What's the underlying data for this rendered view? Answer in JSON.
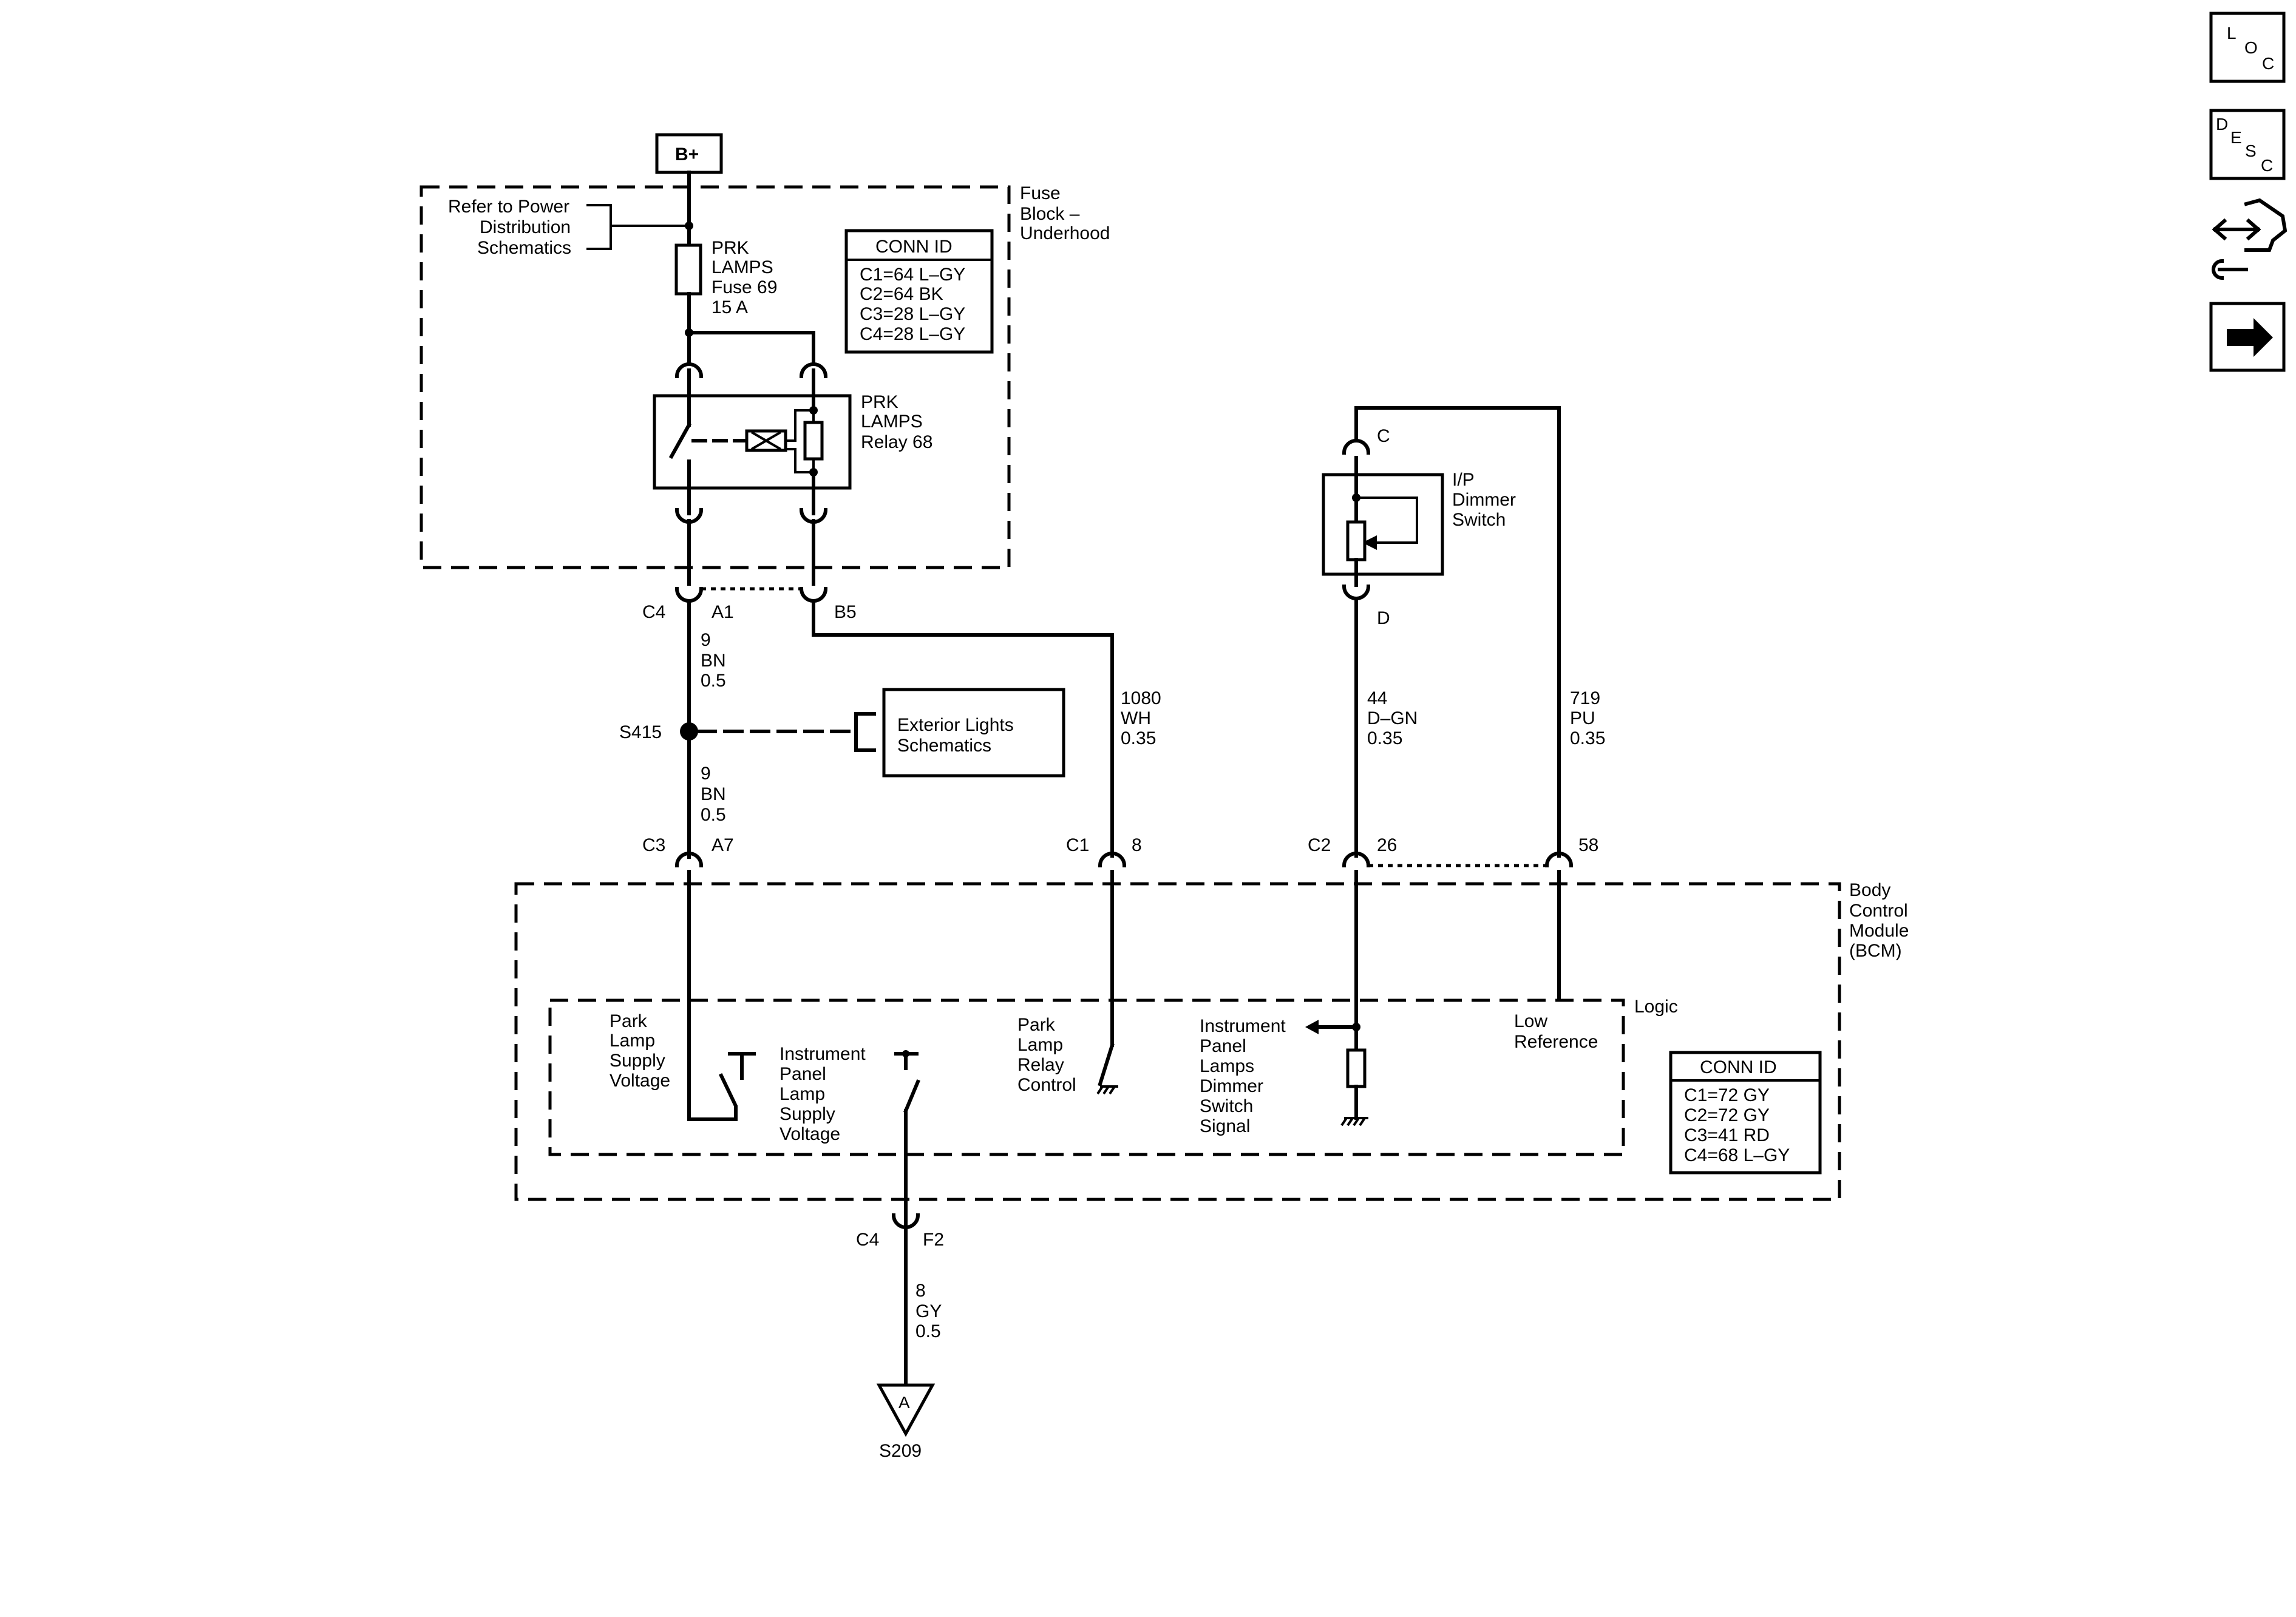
{
  "nav": {
    "loc_letters": [
      "L",
      "O",
      "C"
    ],
    "desc_letters": [
      "D",
      "E",
      "S",
      "C"
    ],
    "locator_icon": "component-locator-icon",
    "next_icon": "right-arrow-icon"
  },
  "power": {
    "bplus": "B+",
    "refer_line1": "Refer to Power",
    "refer_line2": "Distribution",
    "refer_line3": "Schematics",
    "fuse_block_line1": "Fuse",
    "fuse_block_line2": "Block –",
    "fuse_block_line3": "Underhood",
    "fuse_line1": "PRK",
    "fuse_line2": "LAMPS",
    "fuse_line3": "Fuse 69",
    "fuse_line4": "15 A",
    "relay_line1": "PRK",
    "relay_line2": "LAMPS",
    "relay_line3": "Relay 68"
  },
  "conn_id_fuse_block": {
    "title": "CONN ID",
    "rows": [
      "C1=64 L–GY",
      "C2=64 BK",
      "C3=28 L–GY",
      "C4=28 L–GY"
    ]
  },
  "connectors": {
    "c4_top": "C4",
    "a1": "A1",
    "b5": "B5",
    "c3": "C3",
    "a7": "A7",
    "c1": "C1",
    "pin8": "8",
    "c2": "C2",
    "pin26": "26",
    "pin58": "58",
    "c4_bottom": "C4",
    "f2": "F2",
    "dimmer_c": "C",
    "dimmer_d": "D"
  },
  "wires": {
    "w9_upper": [
      "9",
      "BN",
      "0.5"
    ],
    "w9_lower": [
      "9",
      "BN",
      "0.5"
    ],
    "w1080": [
      "1080",
      "WH",
      "0.35"
    ],
    "w44": [
      "44",
      "D–GN",
      "0.35"
    ],
    "w719": [
      "719",
      "PU",
      "0.35"
    ],
    "w8": [
      "8",
      "GY",
      "0.5"
    ]
  },
  "splice": {
    "s415": "S415",
    "ext_line1": "Exterior Lights",
    "ext_line2": "Schematics",
    "s209": "S209",
    "ground_letter": "A"
  },
  "dimmer": {
    "line1": "I/P",
    "line2": "Dimmer",
    "line3": "Switch"
  },
  "bcm": {
    "title_line1": "Body",
    "title_line2": "Control",
    "title_line3": "Module",
    "title_line4": "(BCM)",
    "logic": "Logic",
    "park_supply": [
      "Park",
      "Lamp",
      "Supply",
      "Voltage"
    ],
    "ip_supply": [
      "Instrument",
      "Panel",
      "Lamp",
      "Supply",
      "Voltage"
    ],
    "park_relay": [
      "Park",
      "Lamp",
      "Relay",
      "Control"
    ],
    "ip_dimmer_signal": [
      "Instrument",
      "Panel",
      "Lamps",
      "Dimmer",
      "Switch",
      "Signal"
    ],
    "low_ref": [
      "Low",
      "Reference"
    ]
  },
  "conn_id_bcm": {
    "title": "CONN ID",
    "rows": [
      "C1=72 GY",
      "C2=72 GY",
      "C3=41 RD",
      "C4=68 L–GY"
    ]
  }
}
